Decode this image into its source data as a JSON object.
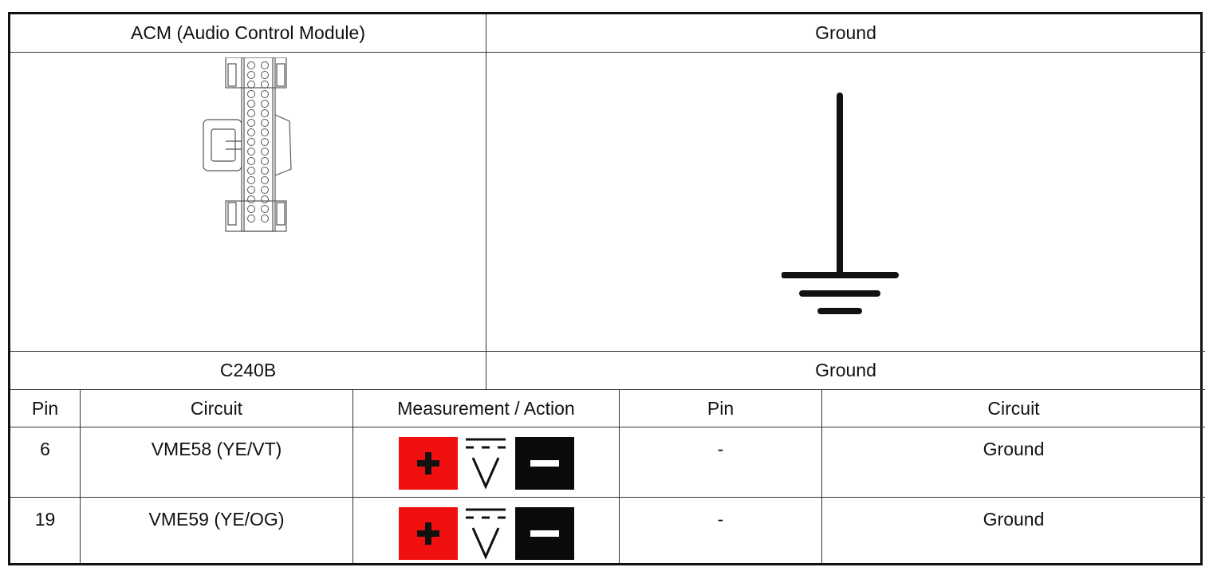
{
  "header": {
    "left_component": "ACM (Audio Control Module)",
    "right_component": "Ground"
  },
  "connectors": {
    "left_connector": "C240B",
    "right_connector": "Ground"
  },
  "columns": {
    "pin": "Pin",
    "circuit": "Circuit",
    "measurement": "Measurement / Action",
    "pin2": "Pin",
    "circuit2": "Circuit"
  },
  "rows": [
    {
      "pin": "6",
      "circuit": "VME58 (YE/VT)",
      "pin2": "-",
      "circuit2": "Ground",
      "measurement": "dc-voltage-meter"
    },
    {
      "pin": "19",
      "circuit": "VME59 (YE/OG)",
      "pin2": "-",
      "circuit2": "Ground",
      "measurement": "dc-voltage-meter"
    }
  ],
  "colors": {
    "positive_probe": "#f01010",
    "negative_probe": "#0a0a0a",
    "grid": "#333333"
  },
  "icons": {
    "connector": "connector-icon",
    "ground": "ground-symbol-icon",
    "plus": "plus-icon",
    "minus": "minus-icon",
    "dc_volt": "dc-voltage-icon"
  }
}
